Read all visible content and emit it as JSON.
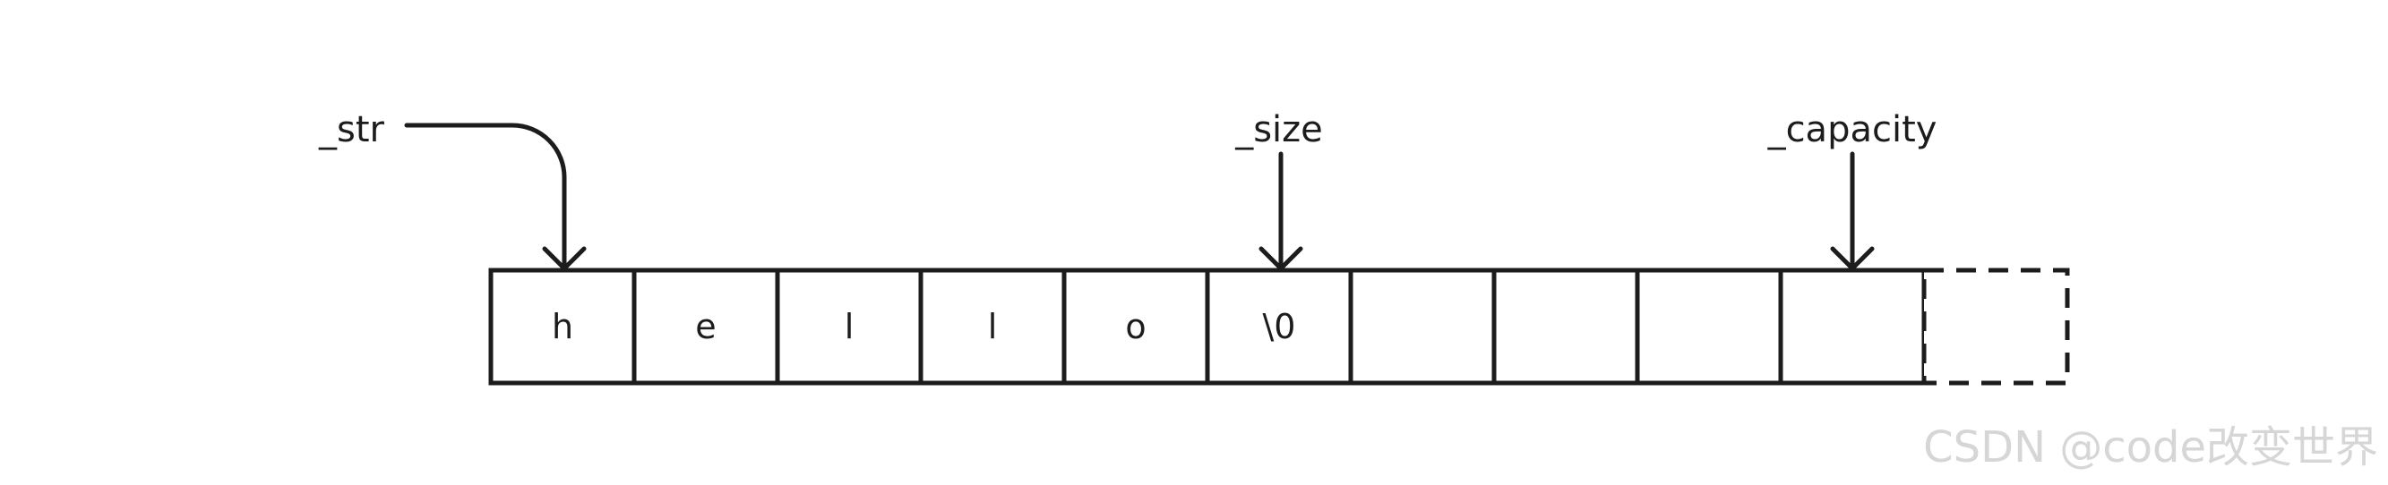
{
  "buffer": {
    "cells": [
      "h",
      "e",
      "l",
      "l",
      "o",
      "\\0",
      "",
      "",
      "",
      "",
      ""
    ]
  },
  "pointers": {
    "str": "_str",
    "size": "_size",
    "capacity": "_capacity"
  },
  "watermark": "CSDN @code改变世界"
}
